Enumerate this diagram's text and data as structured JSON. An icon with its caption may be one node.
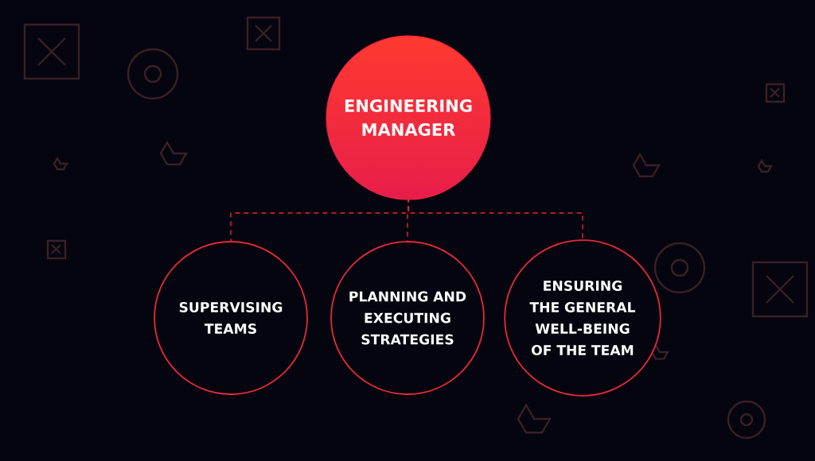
{
  "diagram": {
    "nodes": [
      {
        "text": [
          "ENGINEERING MANAGER"
        ]
      },
      {
        "text": [
          "SUPERVISING TEAMS"
        ]
      },
      {
        "text": [
          "PLANNING AND EXECUTING STRATEGIES"
        ]
      },
      {
        "text": [
          "ENSURING THE GENERAL WELL-BEING OF THE TEAM"
        ]
      }
    ],
    "edges": [
      {
        "from": 0,
        "to": 1,
        "arrow": "none",
        "style": "dashed"
      },
      {
        "from": 0,
        "to": 2,
        "arrow": "none",
        "style": "dashed"
      },
      {
        "from": 0,
        "to": 3,
        "arrow": "none",
        "style": "dashed"
      }
    ]
  }
}
